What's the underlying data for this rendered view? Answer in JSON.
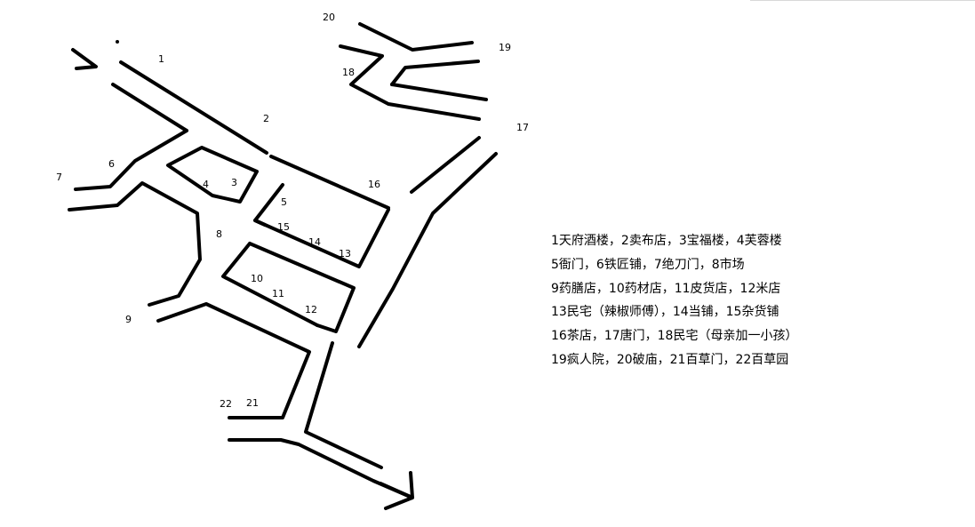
{
  "map": {
    "labels": {
      "n1": "1",
      "n2": "2",
      "n3": "3",
      "n4": "4",
      "n5": "5",
      "n6": "6",
      "n7": "7",
      "n8": "8",
      "n9": "9",
      "n10": "10",
      "n11": "11",
      "n12": "12",
      "n13": "13",
      "n14": "14",
      "n15": "15",
      "n16": "16",
      "n17": "17",
      "n18": "18",
      "n19": "19",
      "n20": "20",
      "n21": "21",
      "n22": "22"
    },
    "line_color": "#000000",
    "background_color": "#ffffff"
  },
  "legend": {
    "lines": [
      "1天府酒楼，2卖布店，3宝福楼，4芙蓉楼",
      "5衙门，6铁匠铺，7绝刀门，8市场",
      "9药膳店，10药材店，11皮货店，12米店",
      "13民宅（辣椒师傅），14当铺，15杂货铺",
      "16茶店，17唐门，18民宅（母亲加一小孩）",
      "19疯人院，20破庙，21百草门，22百草园"
    ]
  }
}
